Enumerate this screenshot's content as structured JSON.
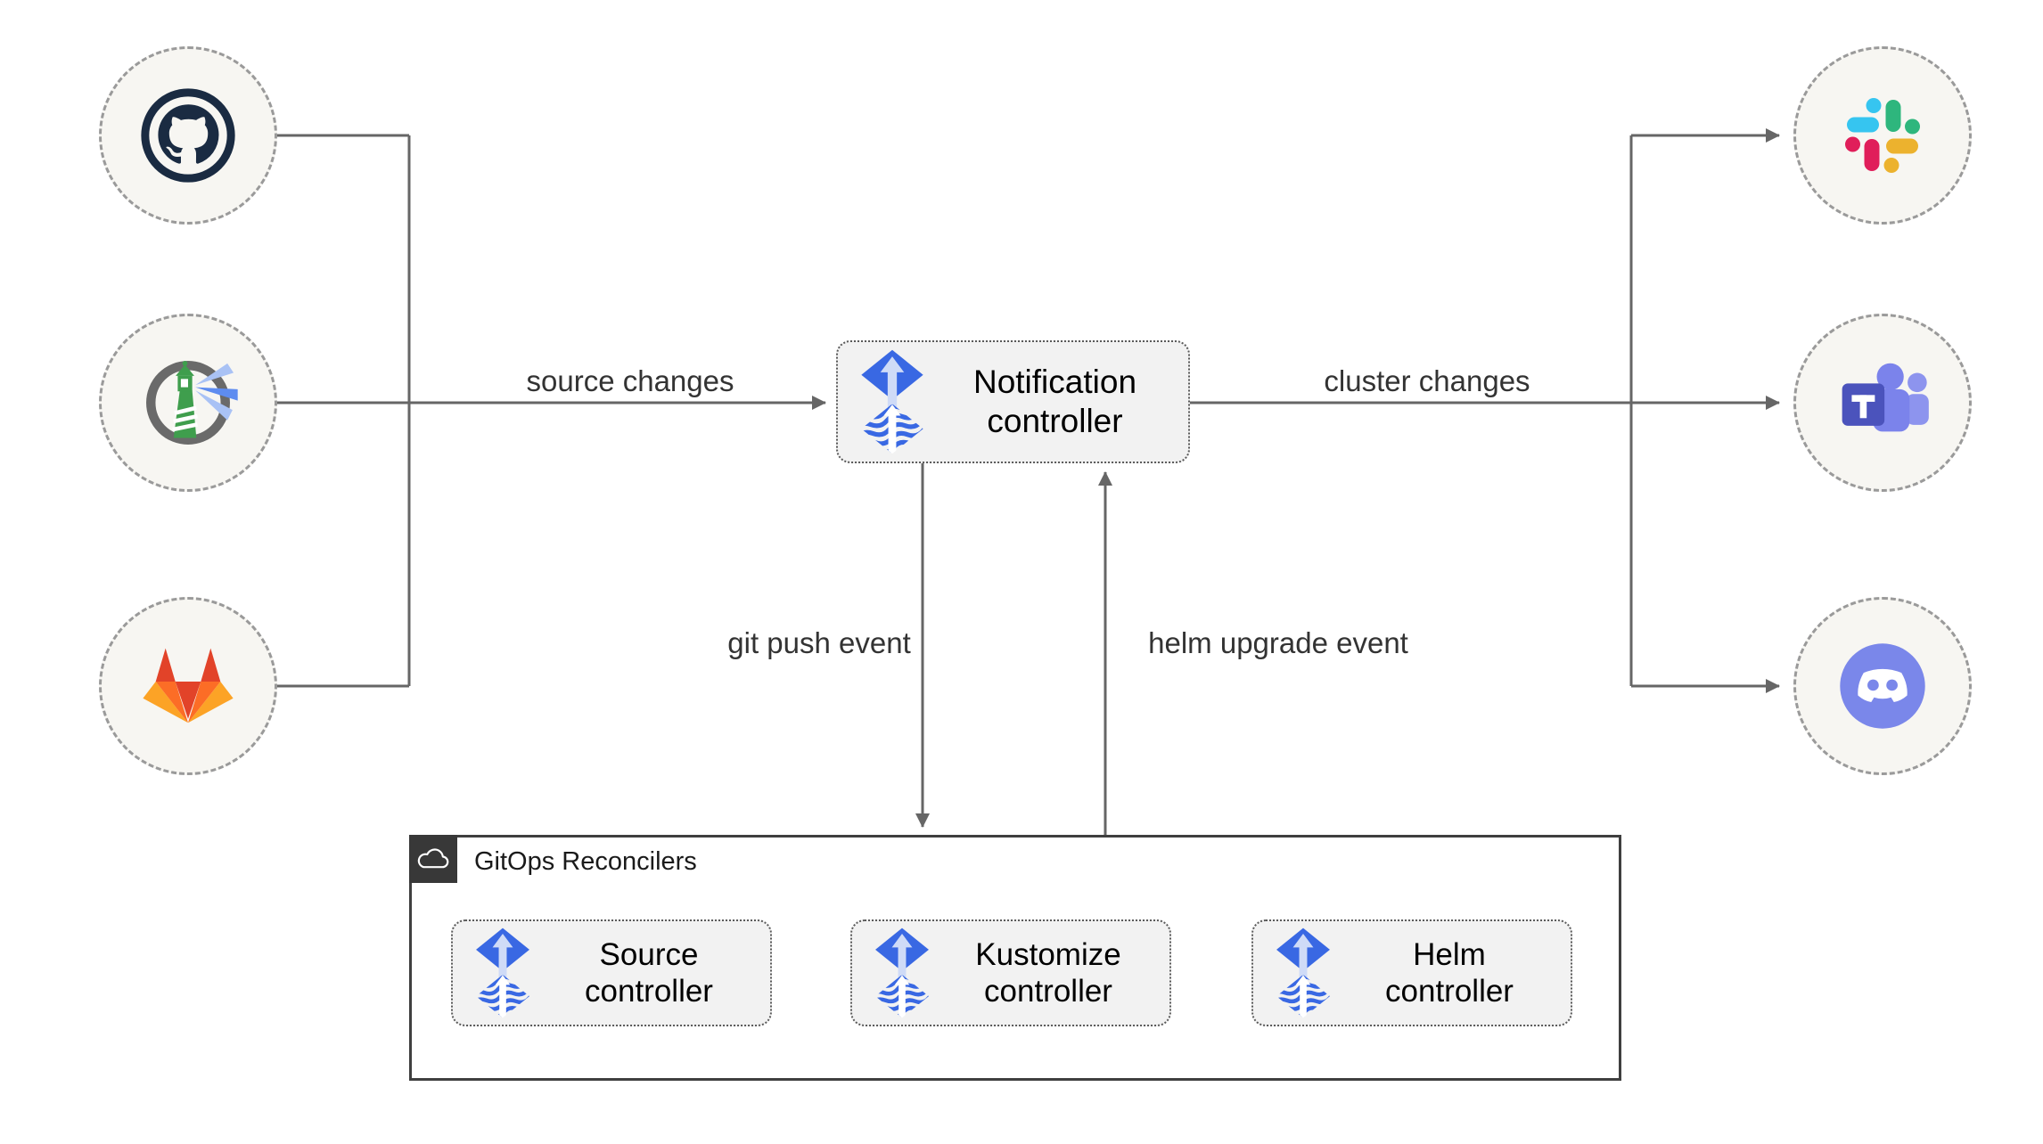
{
  "edge_labels": {
    "source_changes": "source changes",
    "cluster_changes": "cluster changes",
    "git_push_event": "git push event",
    "helm_upgrade_event": "helm upgrade event"
  },
  "nodes": {
    "notification_controller": {
      "label": "Notification controller",
      "icon": "flux-icon"
    },
    "sources": [
      {
        "id": "github",
        "icon": "github-icon"
      },
      {
        "id": "harbor",
        "icon": "harbor-icon"
      },
      {
        "id": "gitlab",
        "icon": "gitlab-icon"
      }
    ],
    "targets": [
      {
        "id": "slack",
        "icon": "slack-icon"
      },
      {
        "id": "teams",
        "icon": "microsoft-teams-icon"
      },
      {
        "id": "discord",
        "icon": "discord-icon"
      }
    ]
  },
  "reconcilers": {
    "title": "GitOps Reconcilers",
    "badge_icon": "cloud-icon",
    "controllers": [
      {
        "label": "Source controller",
        "icon": "flux-icon"
      },
      {
        "label": "Kustomize controller",
        "icon": "flux-icon"
      },
      {
        "label": "Helm controller",
        "icon": "flux-icon"
      }
    ]
  },
  "colors": {
    "line": "#666666",
    "box_fill": "#f2f2f2",
    "box_border": "#5a5a5a",
    "circle_fill": "#f7f6f2",
    "circle_border": "#9a9a9a",
    "container_border": "#3f3f3f",
    "badge_bg": "#383838",
    "flux_blue": "#3968e3",
    "slack_blue": "#36C5F0",
    "slack_green": "#2EB67D",
    "slack_red": "#E01E5A",
    "slack_yellow": "#ECB22E",
    "gitlab_red": "#e24329",
    "gitlab_orange": "#fc6d26",
    "gitlab_yellow": "#fca326",
    "teams_purple": "#4b53bc",
    "discord_blurple": "#7a87ea",
    "harbor_green": "#3f9e4d",
    "github_dark": "#1a2b42",
    "label_text": "#333333"
  }
}
